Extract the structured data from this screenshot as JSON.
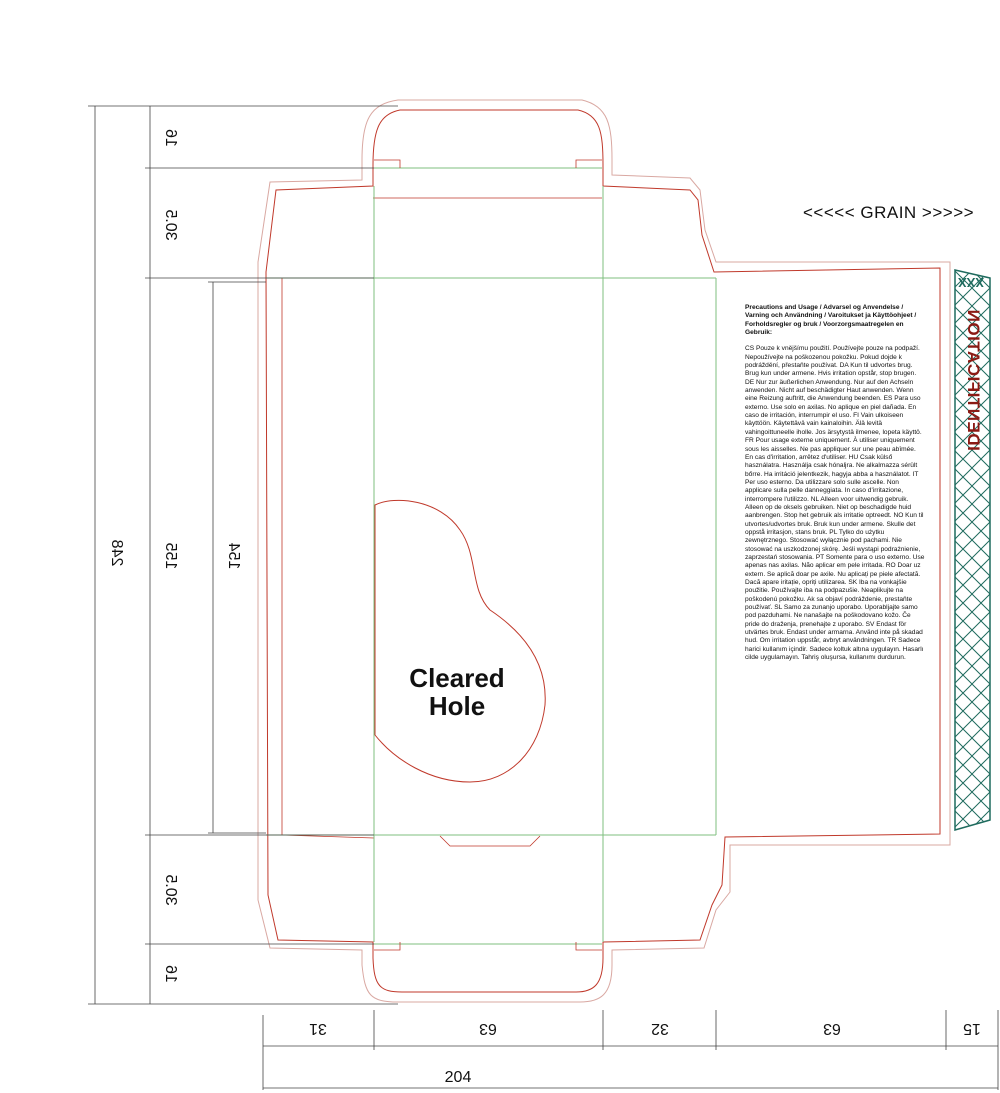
{
  "grain_label": "<<<<< GRAIN >>>>>",
  "hole_label_line1": "Cleared",
  "hole_label_line2": "Hole",
  "identification_label": "IDENTIFICATION",
  "identification_code": "XXX",
  "precautions": {
    "heading": "Precautions and Usage / Advarsel og Anvendelse / Varning och Användning / Varoitukset ja Käyttöohjeet / Forholdsregler og bruk / Voorzorgsmaatregelen en Gebruik:",
    "body": "CS Pouze k vnějšímu použití. Používejte pouze na podpaží. Nepoužívejte na poškozenou pokožku. Pokud dojde k podráždění, přestaňte používat. DA Kun til udvortes brug. Brug kun under armene. Hvis irritation opstår, stop brugen. DE Nur zur äußerlichen Anwendung. Nur auf den Achseln anwenden. Nicht auf beschädigter Haut anwenden. Wenn eine Reizung auftritt, die Anwendung beenden. ES Para uso externo. Use solo en axilas. No aplique en piel dañada. En caso de irritación, interrumpir el uso. FI Vain ulkoiseen käyttöön. Käytettävä vain kainaloihin. Älä levitä vahingoittuneelle iholle. Jos ärsytystä ilmenee, lopeta käyttö. FR Pour usage externe uniquement. À utiliser uniquement sous les aisselles. Ne pas appliquer sur une peau abîmée. En cas d'irritation, arrêtez d'utiliser. HU Csak külső használatra. Használja csak hónaljra. Ne alkalmazza sérült bőrre. Ha irritáció jelentkezik, hagyja abba a használatot. IT Per uso esterno. Da utilizzare solo sulle ascelle. Non applicare sulla pelle danneggiata. In caso d'irritazione, interrompere l'utilizzo. NL Alleen voor uitwendig gebruik. Alleen op de oksels gebruiken. Niet op beschadigde huid aanbrengen. Stop het gebruik als irritatie optreedt. NO Kun til utvortes/udvortes bruk. Bruk kun under armene. Skulle det oppstå irritasjon, stans bruk. PL Tylko do użytku zewnętrznego. Stosować wyłącznie pod pachami. Nie stosować na uszkodzonej skórę. Jeśli wystąpi podrażnienie, zaprzestań stosowania. PT Somente para o uso externo. Use apenas nas axilas. Não aplicar em pele irritada. RO Doar uz extern. Se aplică doar pe axile. Nu aplicați pe piele afectată. Dacă apare iritație, opriți utilizarea. SK Iba na vonkajšie použitie. Používajte iba na podpazušie. Neaplikujte na poškodenú pokožku. Ak sa objaví podráždenie, prestaňte používať. SL Samo za zunanjo uporabo. Uporabljajte samo pod pazduhami. Ne nanašajte na poškodovano kožo. Če pride do draženja, prenehajte z uporabo. SV Endast för utvärtes bruk. Endast under armarna. Använd inte på skadad hud. Om irritation uppstår, avbryt användningen. TR Sadece harici kullanım içindir. Sadece koltuk altına uygulayın. Hasarlı cilde uygulamayın. Tahriş oluşursa, kullanımı durdurun."
  },
  "dimensions": {
    "overall_height": "248",
    "top_flap": "16",
    "top_panel": "30.5",
    "body_height": "155",
    "inner_height": "154",
    "bottom_panel": "30.5",
    "bottom_flap": "16",
    "width_31": "31",
    "width_63_a": "63",
    "width_32": "32",
    "width_63_b": "63",
    "width_15": "15",
    "overall_width": "204"
  },
  "colors": {
    "cut_line": "#c0392b",
    "fold_line": "#7fbf7f",
    "dimension_line": "#444444",
    "identification_band": "#1f6b5e",
    "identification_text": "#8b1a14"
  }
}
